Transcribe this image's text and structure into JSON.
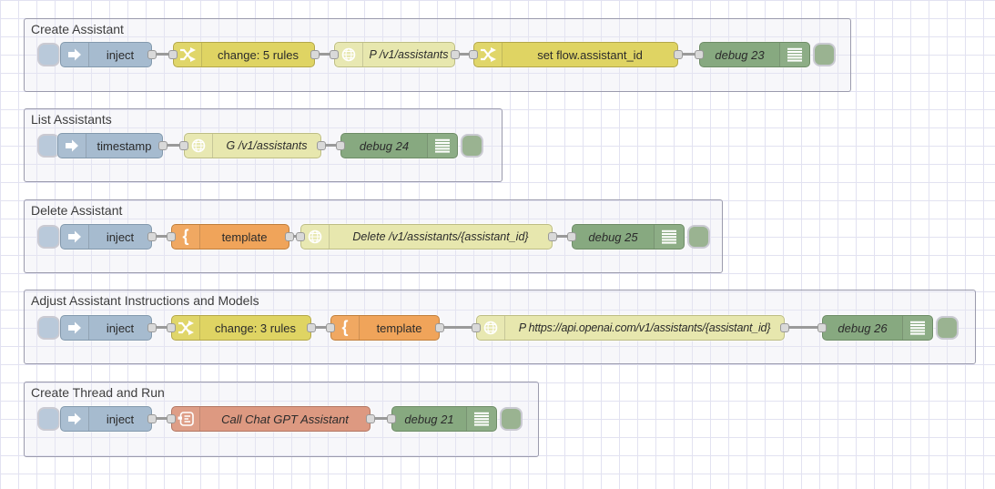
{
  "canvas": {
    "background": "#ffffff",
    "grid_color": "#e2e2f1",
    "wire_color": "#9a9a9a",
    "port_color": "#d9d9d9"
  },
  "palette": {
    "inject": "#a6bbcf",
    "change": "#dfd463",
    "http_request": "#e7e7ae",
    "template": "#f0a45a",
    "debug": "#87a980",
    "subflow": "#dd9981"
  },
  "groups": [
    {
      "label": "Create Assistant",
      "nodes": [
        {
          "type": "inject",
          "label": "inject",
          "icon": "inject-arrow-icon"
        },
        {
          "type": "change",
          "label": "change: 5 rules",
          "icon": "shuffle-icon"
        },
        {
          "type": "http request",
          "label": "P /v1/assistants",
          "icon": "globe-icon"
        },
        {
          "type": "change",
          "label": "set flow.assistant_id",
          "icon": "shuffle-icon"
        },
        {
          "type": "debug",
          "label": "debug 23",
          "icon": "debug-list-icon"
        }
      ]
    },
    {
      "label": "List Assistants",
      "nodes": [
        {
          "type": "inject",
          "label": "timestamp",
          "icon": "inject-arrow-icon"
        },
        {
          "type": "http request",
          "label": "G /v1/assistants",
          "icon": "globe-icon"
        },
        {
          "type": "debug",
          "label": "debug 24",
          "icon": "debug-list-icon"
        }
      ]
    },
    {
      "label": "Delete Assistant",
      "nodes": [
        {
          "type": "inject",
          "label": "inject",
          "icon": "inject-arrow-icon"
        },
        {
          "type": "template",
          "label": "template",
          "icon": "curly-brace-icon",
          "icon_glyph": "{"
        },
        {
          "type": "http request",
          "label": "Delete /v1/assistants/{assistant_id}",
          "icon": "globe-icon"
        },
        {
          "type": "debug",
          "label": "debug 25",
          "icon": "debug-list-icon"
        }
      ]
    },
    {
      "label": "Adjust Assistant Instructions and Models",
      "nodes": [
        {
          "type": "inject",
          "label": "inject",
          "icon": "inject-arrow-icon"
        },
        {
          "type": "change",
          "label": "change: 3 rules",
          "icon": "shuffle-icon"
        },
        {
          "type": "template",
          "label": "template",
          "icon": "curly-brace-icon",
          "icon_glyph": "{"
        },
        {
          "type": "http request",
          "label": "P https://api.openai.com/v1/assistants/{assistant_id}",
          "icon": "globe-icon"
        },
        {
          "type": "debug",
          "label": "debug 26",
          "icon": "debug-list-icon"
        }
      ]
    },
    {
      "label": "Create Thread and Run",
      "nodes": [
        {
          "type": "inject",
          "label": "inject",
          "icon": "inject-arrow-icon"
        },
        {
          "type": "subflow",
          "label": "Call Chat GPT Assistant",
          "icon": "subflow-icon"
        },
        {
          "type": "debug",
          "label": "debug 21",
          "icon": "debug-list-icon"
        }
      ]
    }
  ]
}
